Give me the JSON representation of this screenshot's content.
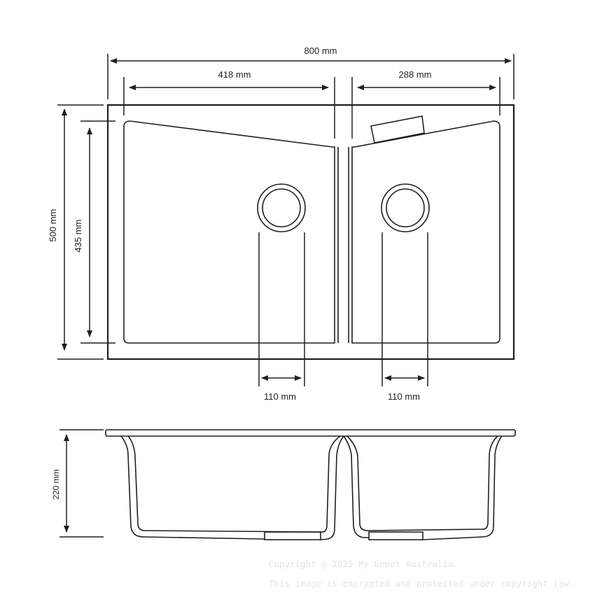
{
  "dimensions": {
    "overall_width": "800 mm",
    "left_bowl_width": "418 mm",
    "right_bowl_width": "288 mm",
    "overall_depth": "500 mm",
    "bowl_depth": "435 mm",
    "left_drain_diameter": "110 mm",
    "right_drain_diameter": "110 mm",
    "bowl_height": "220 mm"
  },
  "watermark": {
    "line1": "Copyright @ 2025 My Depot Australia.",
    "line2": "This image is encrypted and protected under copyright law."
  }
}
